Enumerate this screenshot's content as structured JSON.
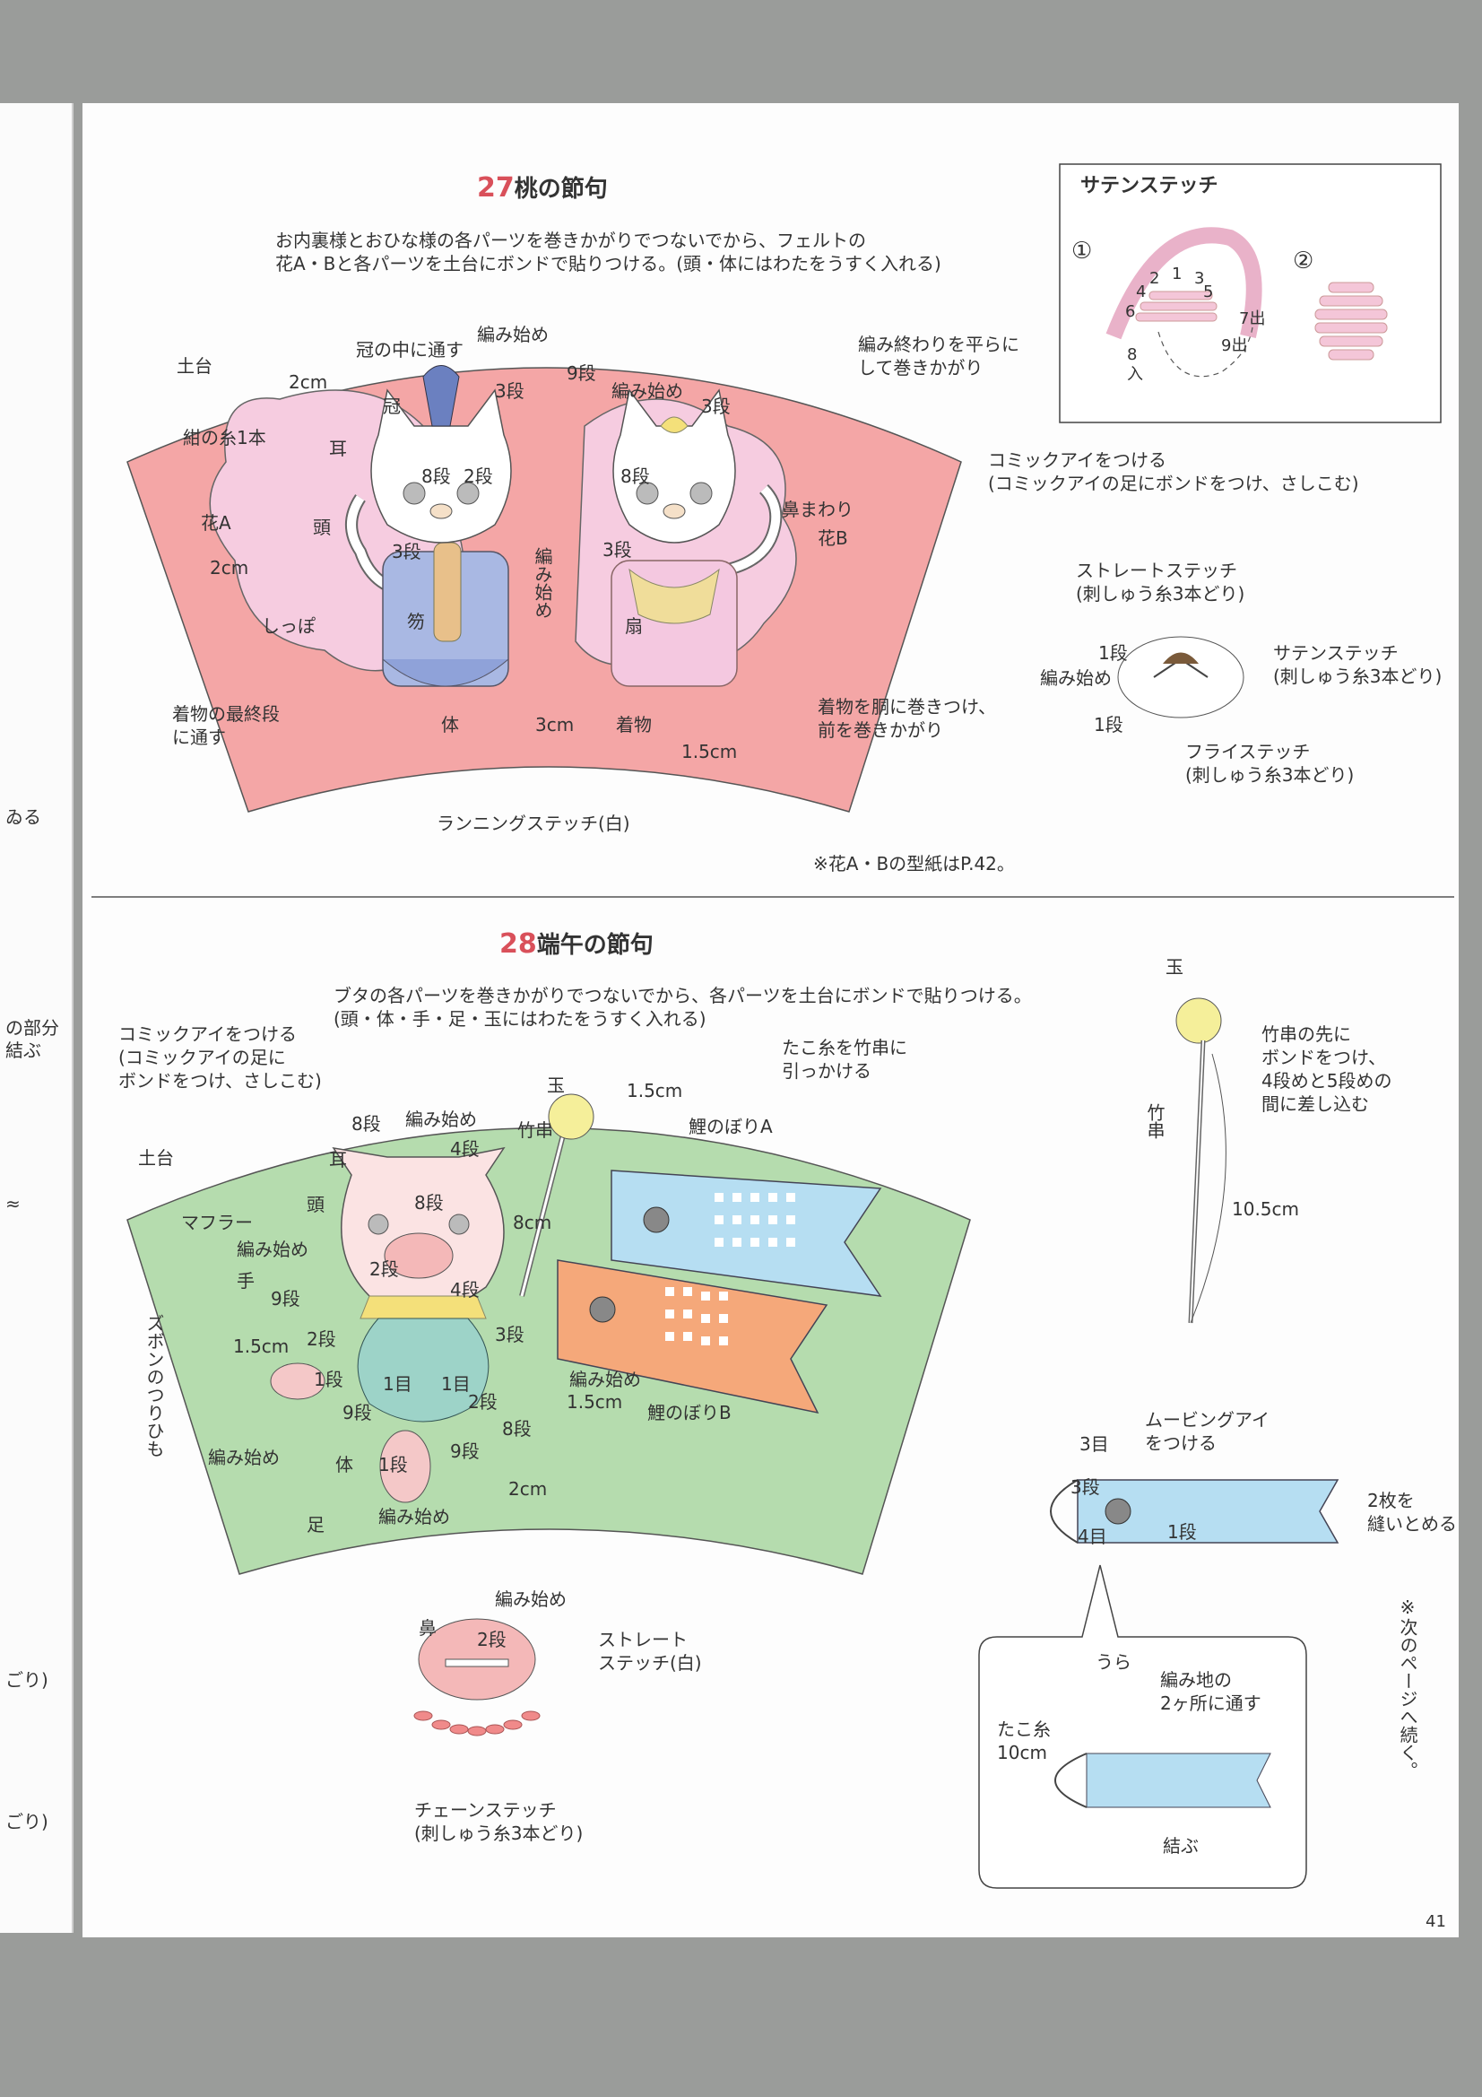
{
  "left_page_fragments": [
    "ゐる",
    "の部分",
    "結ぶ",
    "≈",
    "ごり)",
    "ごり)"
  ],
  "section27": {
    "number": "27",
    "title": "桃の節句",
    "intro_line1": "お内裏様とおひな様の各パーツを巻きかがりでつないでから、フェルトの",
    "intro_line2": "花A・Bと各パーツを土台にボンドで貼りつける。(頭・体にはわたをうすく入れる)",
    "labels": {
      "base": "土台",
      "cm2_top": "2cm",
      "crown_through": "冠の中に通す",
      "start_knit_top": "編み始め",
      "crown": "冠",
      "dan3_a": "3段",
      "navy_thread": "紺の糸1本",
      "ear": "耳",
      "dan8_a": "8段",
      "dan2_a": "2段",
      "flowerA": "花A",
      "head": "頭",
      "dan3_b": "3段",
      "knit_start_vert": "編み始め",
      "cm2_left": "2cm",
      "tail": "しっぽ",
      "shaku": "笏",
      "kimono_last": "着物の最終段",
      "kimono_last2": "に通す",
      "body": "体",
      "cm3": "3cm",
      "kimono": "着物",
      "dan9": "9段",
      "start_knit_mid": "編み始め",
      "dan3_c": "3段",
      "dan8_b": "8段",
      "dan3_d": "3段",
      "fan": "扇",
      "end_knit1": "編み終わりを平らに",
      "end_knit2": "して巻きかがり",
      "comic_eye1": "コミックアイをつける",
      "comic_eye2": "(コミックアイの足にボンドをつけ、さしこむ)",
      "nose_around": "鼻まわり",
      "flowerB": "花B",
      "wrap1": "着物を胴に巻きつけ、",
      "wrap2": "前を巻きかがり",
      "cm15": "1.5cm",
      "running": "ランニングステッチ(白)",
      "note": "※花A・Bの型紙はP.42。"
    }
  },
  "satin_box": {
    "title": "サテンステッチ",
    "step1": "①",
    "step2": "②",
    "nums": [
      "2",
      "1",
      "3",
      "4",
      "5",
      "6",
      "7出",
      "8",
      "入",
      "9出"
    ]
  },
  "detail27": {
    "straight1": "ストレートステッチ",
    "straight2": "(刺しゅう糸3本どり)",
    "dan1_a": "1段",
    "knit_start": "編み始め",
    "dan1_b": "1段",
    "satin1": "サテンステッチ",
    "satin2": "(刺しゅう糸3本どり)",
    "fly1": "フライステッチ",
    "fly2": "(刺しゅう糸3本どり)"
  },
  "section28": {
    "number": "28",
    "title": "端午の節句",
    "intro_line1": "ブタの各パーツを巻きかがりでつないでから、各パーツを土台にボンドで貼りつける。",
    "intro_line2": "(頭・体・手・足・玉にはわたをうすく入れる)",
    "labels": {
      "comic1": "コミックアイをつける",
      "comic2": "(コミックアイの足に",
      "comic3": "ボンドをつけ、さしこむ)",
      "kite1": "たこ糸を竹串に",
      "kite2": "引っかける",
      "ball": "玉",
      "cm15_top": "1.5cm",
      "base": "土台",
      "dan8": "8段",
      "knit_start": "編み始め",
      "dan4": "4段",
      "skewer": "竹串",
      "koiA": "鯉のぼりA",
      "ear": "耳",
      "head": "頭",
      "dan8_b": "8段",
      "cm8": "8cm",
      "muffler": "マフラー",
      "knit_start2": "編み始め",
      "dan2": "2段",
      "dan4_b": "4段",
      "hand": "手",
      "dan9": "9段",
      "suspender": "ズボンのつりひも",
      "dan2_b": "2段",
      "dan3": "3段",
      "cm15_left": "1.5cm",
      "dan1": "1段",
      "me1": "1目",
      "me1_b": "1目",
      "knit_start3": "編み始め",
      "cm15_mid": "1.5cm",
      "dan9_b": "9段",
      "dan2_c": "2段",
      "dan8_c": "8段",
      "koiB": "鯉のぼりB",
      "knit_start4": "編み始め",
      "body": "体",
      "dan1_b": "1段",
      "dan9_c": "9段",
      "cm2": "2cm",
      "foot": "足",
      "knit_start5": "編み始め"
    }
  },
  "skewer_detail": {
    "ball": "玉",
    "note1": "竹串の先に",
    "note2": "ボンドをつけ、",
    "note3": "4段めと5段めの",
    "note4": "間に差し込む",
    "skewer": "竹串",
    "length": "10.5cm"
  },
  "koi_detail": {
    "moving1": "ムービングアイ",
    "moving2": "をつける",
    "me3": "3目",
    "dan3": "3段",
    "me4": "4目",
    "dan1": "1段",
    "sew1": "2枚を",
    "sew2": "縫いとめる",
    "back": "うら",
    "through1": "編み地の",
    "through2": "2ヶ所に通す",
    "kite_thread1": "たこ糸",
    "kite_thread2": "10cm",
    "tie": "結ぶ"
  },
  "nose_detail": {
    "nose": "鼻",
    "knit_start": "編み始め",
    "dan2": "2段",
    "straight1": "ストレート",
    "straight2": "ステッチ(白)",
    "chain1": "チェーンステッチ",
    "chain2": "(刺しゅう糸3本どり)"
  },
  "continued": "※次のページへ続く。",
  "page_number": "41",
  "colors": {
    "pink_base": "#f4a6a6",
    "green_base": "#b5dcae",
    "light_pink": "#f6cce0",
    "blue_kimono": "#a9b8e3",
    "koi_blue": "#b6def2",
    "koi_orange": "#f5a87a",
    "title_red": "#d9505a"
  }
}
